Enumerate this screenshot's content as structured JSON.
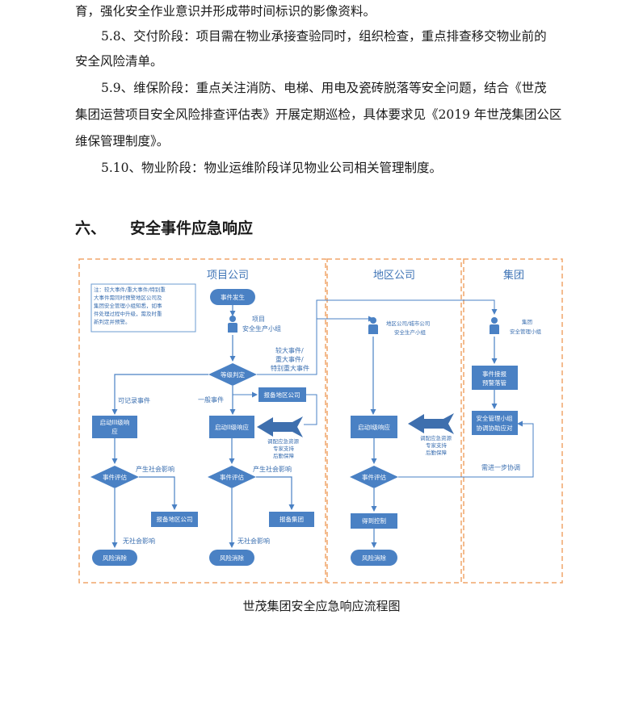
{
  "paragraphs": [
    "育，强化安全作业意识并形成带时间标识的影像资料。",
    "5.8、交付阶段：项目需在物业承接查验同时，组织检查，重点排查移交物业前的",
    "安全风险清单。",
    "5.9、维保阶段：重点关注消防、电梯、用电及瓷砖脱落等安全问题，结合《世茂",
    "集团运营项目安全风险排查评估表》开展定期巡检，具体要求见《2019 年世茂集团公区",
    "维保管理制度》。",
    "5.10、物业阶段：物业运维阶段详见物业公司相关管理制度。"
  ],
  "heading": {
    "number": "六、",
    "title": "安全事件应急响应"
  },
  "flowchart": {
    "lanes": {
      "project": "项目公司",
      "region": "地区公司",
      "group": "集团"
    },
    "note": [
      "注：较大事件/重大事件/特别重",
      "大事件需同时预警地区公司及",
      "集团安全管理小组知悉，如事",
      "件处理过程中升级，需及时重",
      "新判定并预警。"
    ],
    "start": "事件发生",
    "project_team": [
      "项目",
      "安全生产小组"
    ],
    "region_team": [
      "地区公司/城市公司",
      "安全生产小组"
    ],
    "group_team": [
      "集团",
      "安全管理小组"
    ],
    "escalation_label": [
      "较大事件/",
      "重大事件/",
      "特别重大事件"
    ],
    "grade_decision": "等级判定",
    "recordable_label": "可记录事件",
    "general_label": "一般事件",
    "report_region_top": "报备地区公司",
    "level3": [
      "启动III级响",
      "应"
    ],
    "level2": "启动II级响应",
    "level1": "启动I级响应",
    "support_label": [
      "调配应急资源",
      "专家支持",
      "后勤保障"
    ],
    "group_alert": [
      "事件接报",
      "预警落管"
    ],
    "group_coord": [
      "安全管理小组",
      "协调协助应对"
    ],
    "evaluate": "事件评估",
    "social_impact": "产生社会影响",
    "no_social_impact": "无社会影响",
    "report_region": "报备地区公司",
    "report_group": "报备集团",
    "controlled": "得到控制",
    "risk_cleared": "风险消除",
    "further_coord": "需进一步协调"
  },
  "caption": "世茂集团安全应急响应流程图",
  "colors": {
    "node": "#4a81c4",
    "line": "#4a81c4",
    "lane_border": "#f0a56a",
    "text": "#1a1a1a"
  }
}
